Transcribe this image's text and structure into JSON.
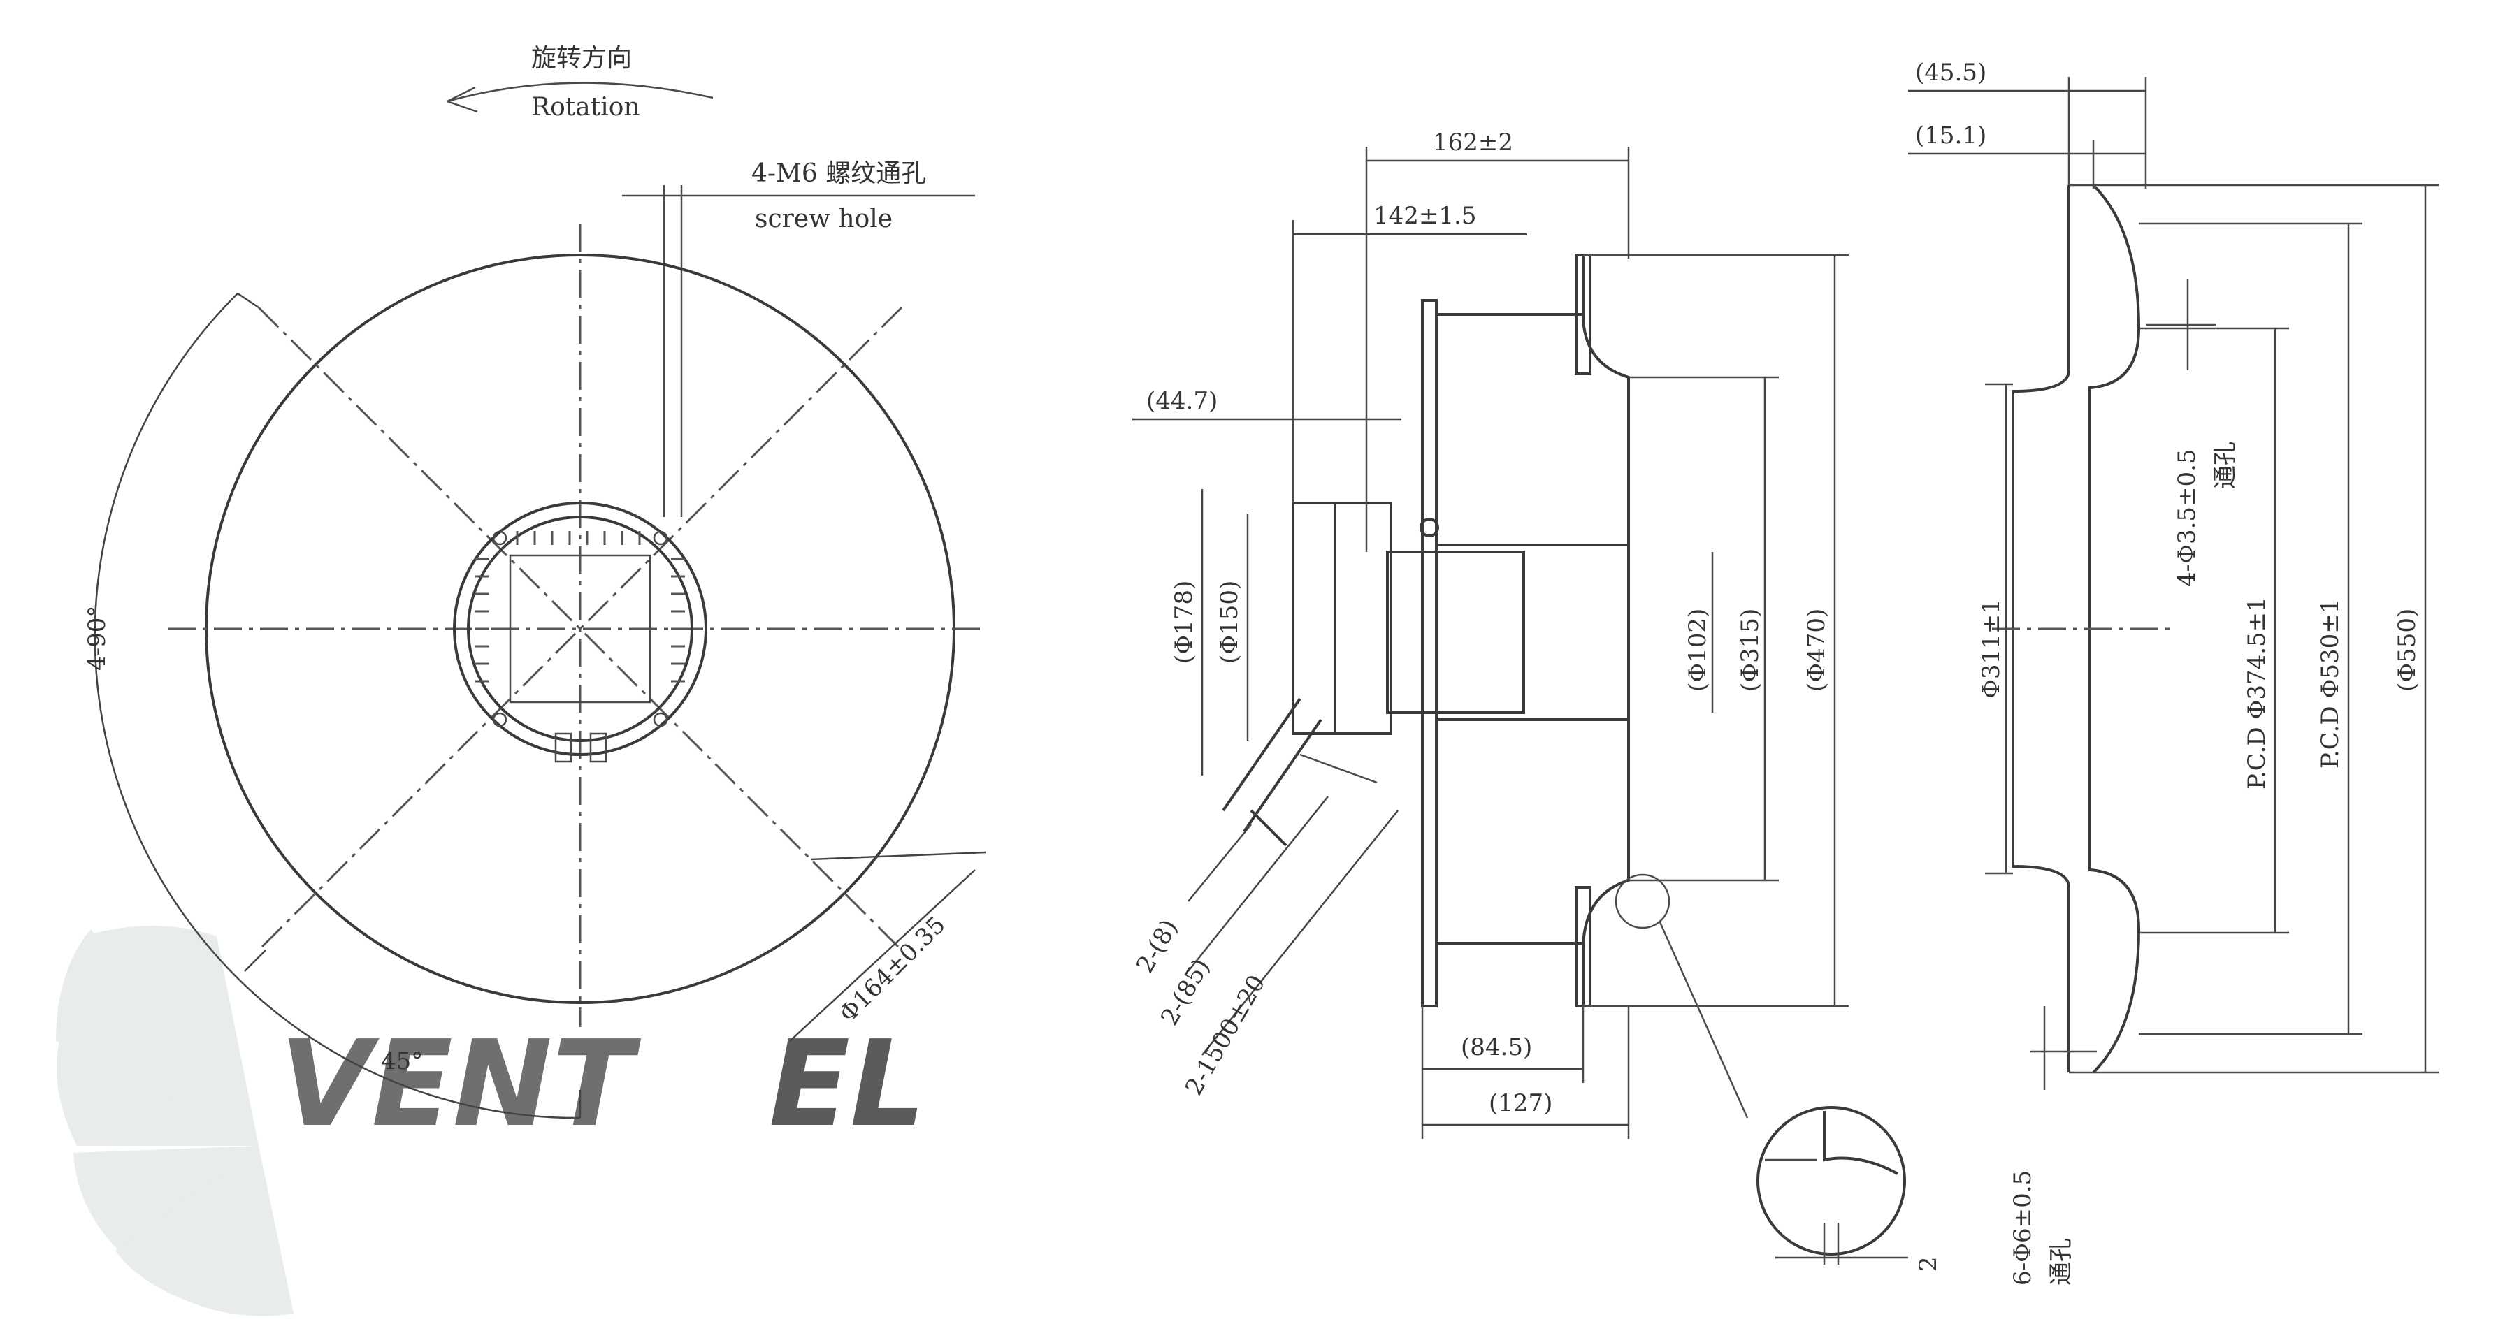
{
  "watermark": {
    "brand_prefix": "VENT",
    "brand_suffix": "EL"
  },
  "front_view": {
    "rotation_cn": "旋转方向",
    "rotation_en": "Rotation",
    "screw_note_cn": "4-M6 螺纹通孔",
    "screw_note_en": "screw hole",
    "angle_label": "4-90°",
    "angle_45": "45°",
    "pcd_label": "Φ164±0.35"
  },
  "side_view": {
    "dim_162": "162±2",
    "dim_142": "142±1.5",
    "dim_44_7": "(44.7)",
    "dim_178": "(Φ178)",
    "dim_150": "(Φ150)",
    "dim_102": "(Φ102)",
    "dim_315": "(Φ315)",
    "dim_470": "(Φ470)",
    "dim_84_5": "(84.5)",
    "dim_127": "(127)",
    "cable_8": "2-(8)",
    "cable_85": "2-(85)",
    "cable_1500": "2-1500±20",
    "detail_2": "2"
  },
  "section_view": {
    "dim_45_5": "(45.5)",
    "dim_15_1": "(15.1)",
    "dim_311": "Φ311±1",
    "hole_4": "4-Φ3.5±0.5",
    "hole_4_cn": "通孔",
    "pcd_374": "P.C.D Φ374.5±1",
    "pcd_530": "P.C.D Φ530±1",
    "dim_550": "(Φ550)",
    "hole_6": "6-Φ6±0.5",
    "hole_6_cn": "通孔"
  }
}
